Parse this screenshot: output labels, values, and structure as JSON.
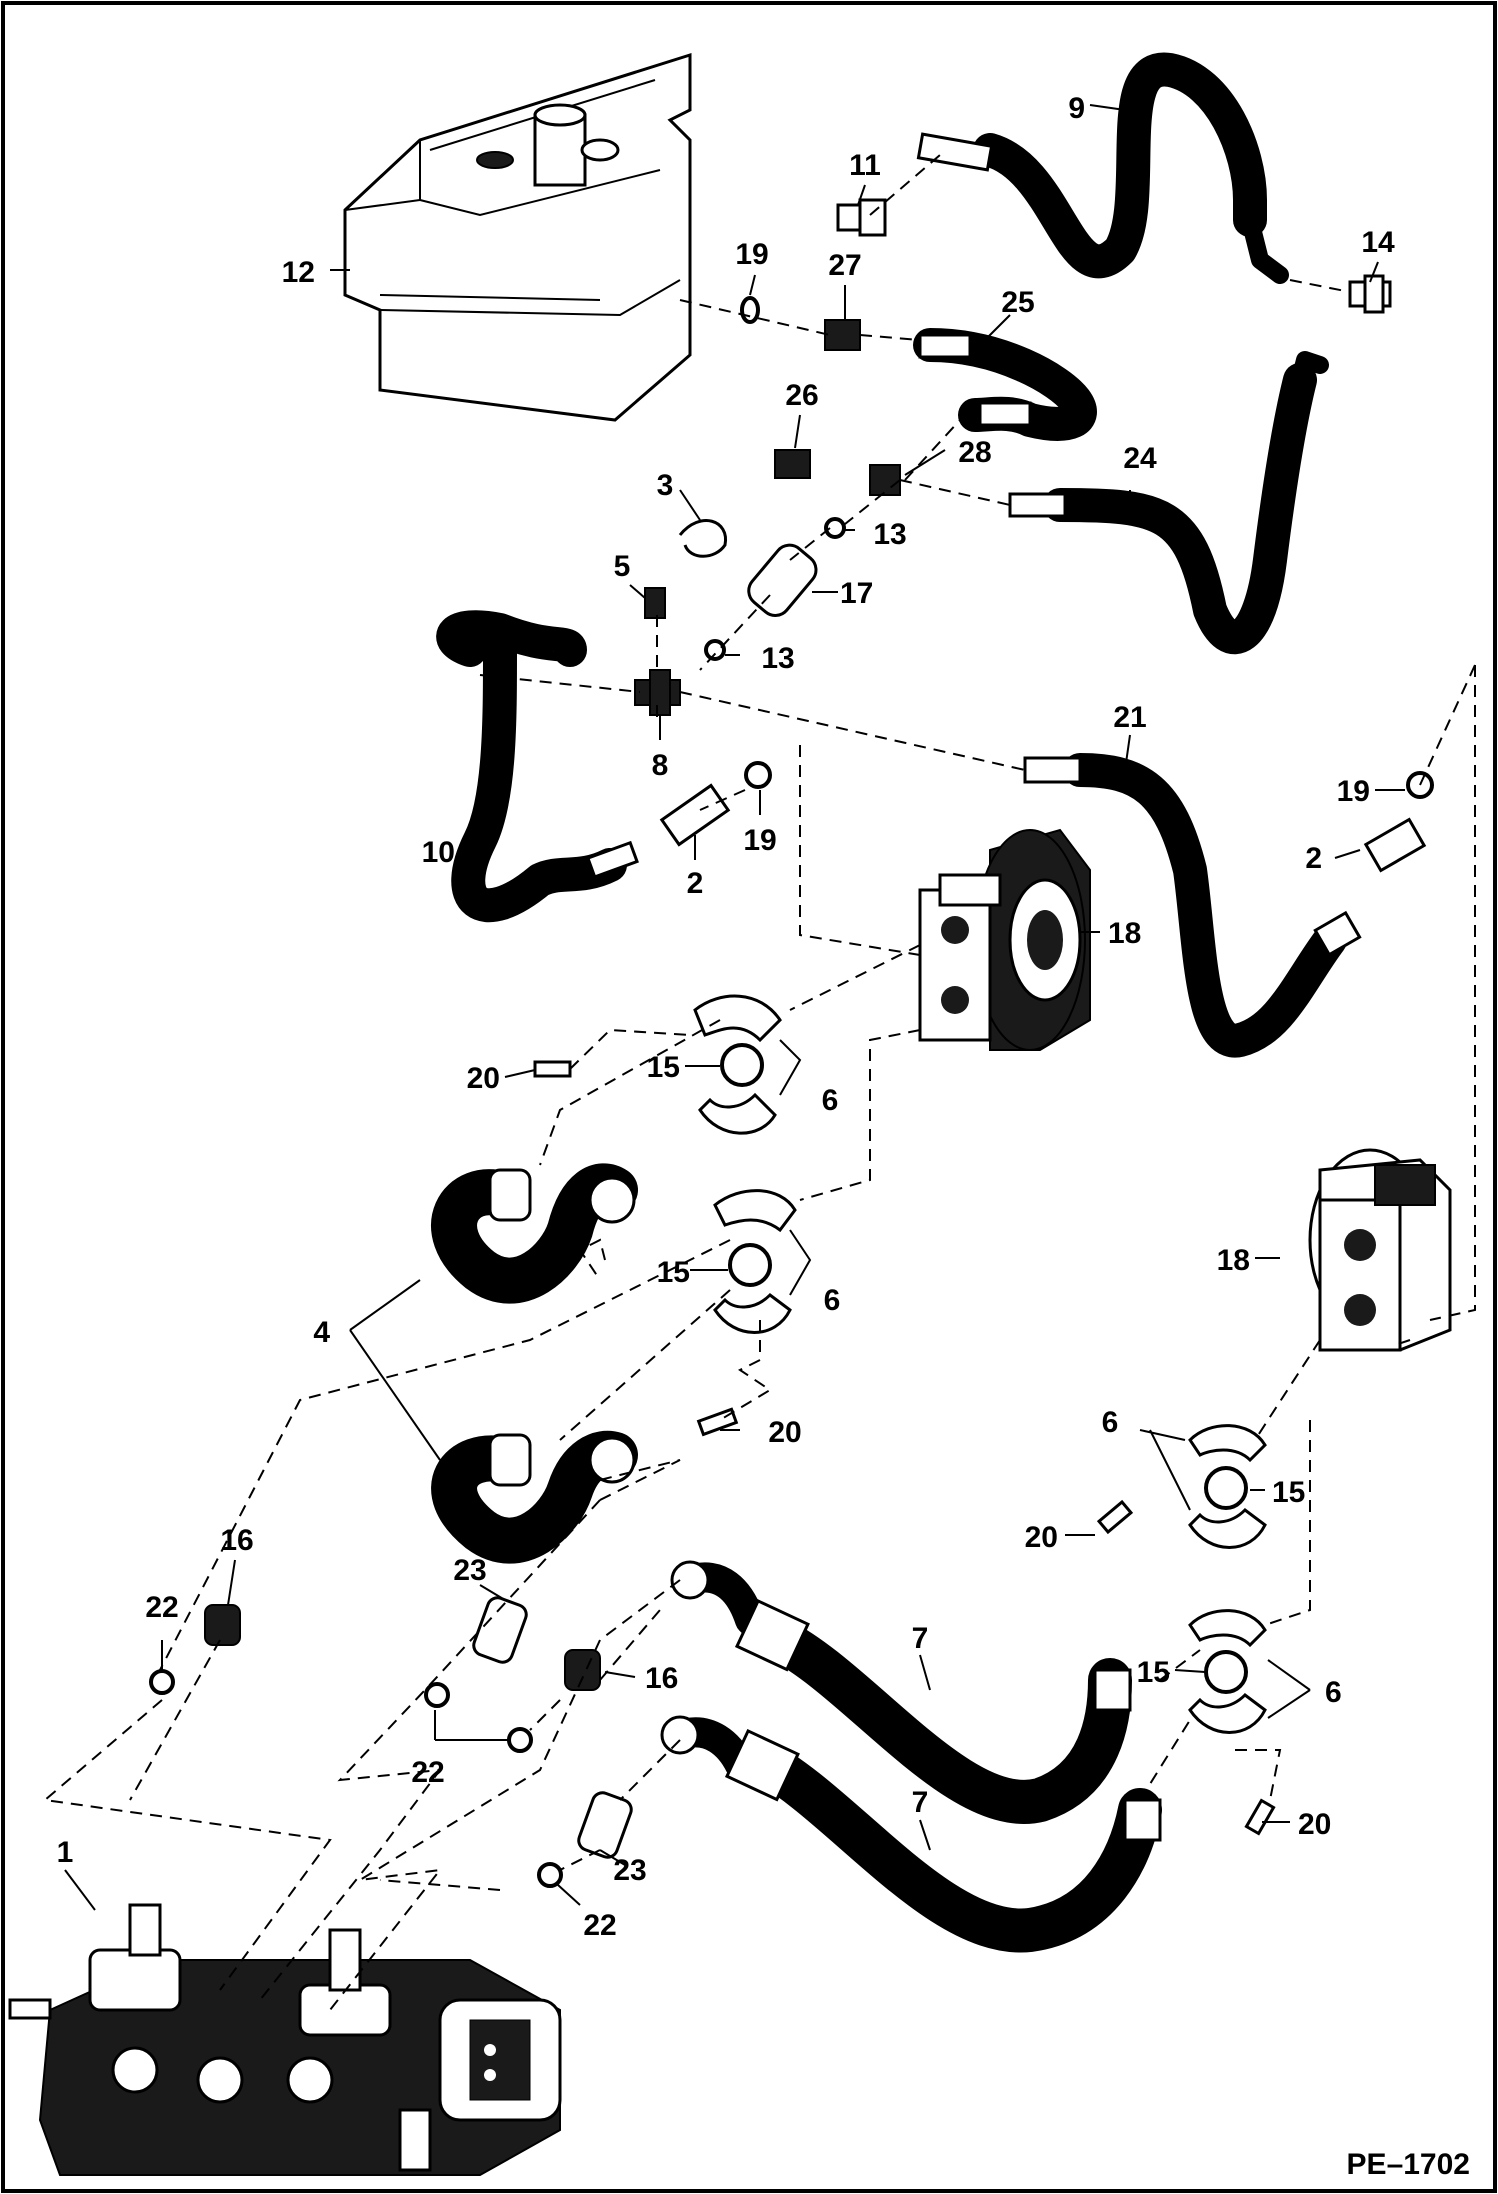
{
  "diagram": {
    "figure_code": "PE–1702",
    "labels": [
      "1",
      "2",
      "3",
      "4",
      "5",
      "6",
      "7",
      "8",
      "9",
      "10",
      "11",
      "12",
      "13",
      "14",
      "15",
      "16",
      "17",
      "18",
      "19",
      "20",
      "21",
      "22",
      "23",
      "24",
      "25",
      "26",
      "27",
      "28"
    ]
  }
}
